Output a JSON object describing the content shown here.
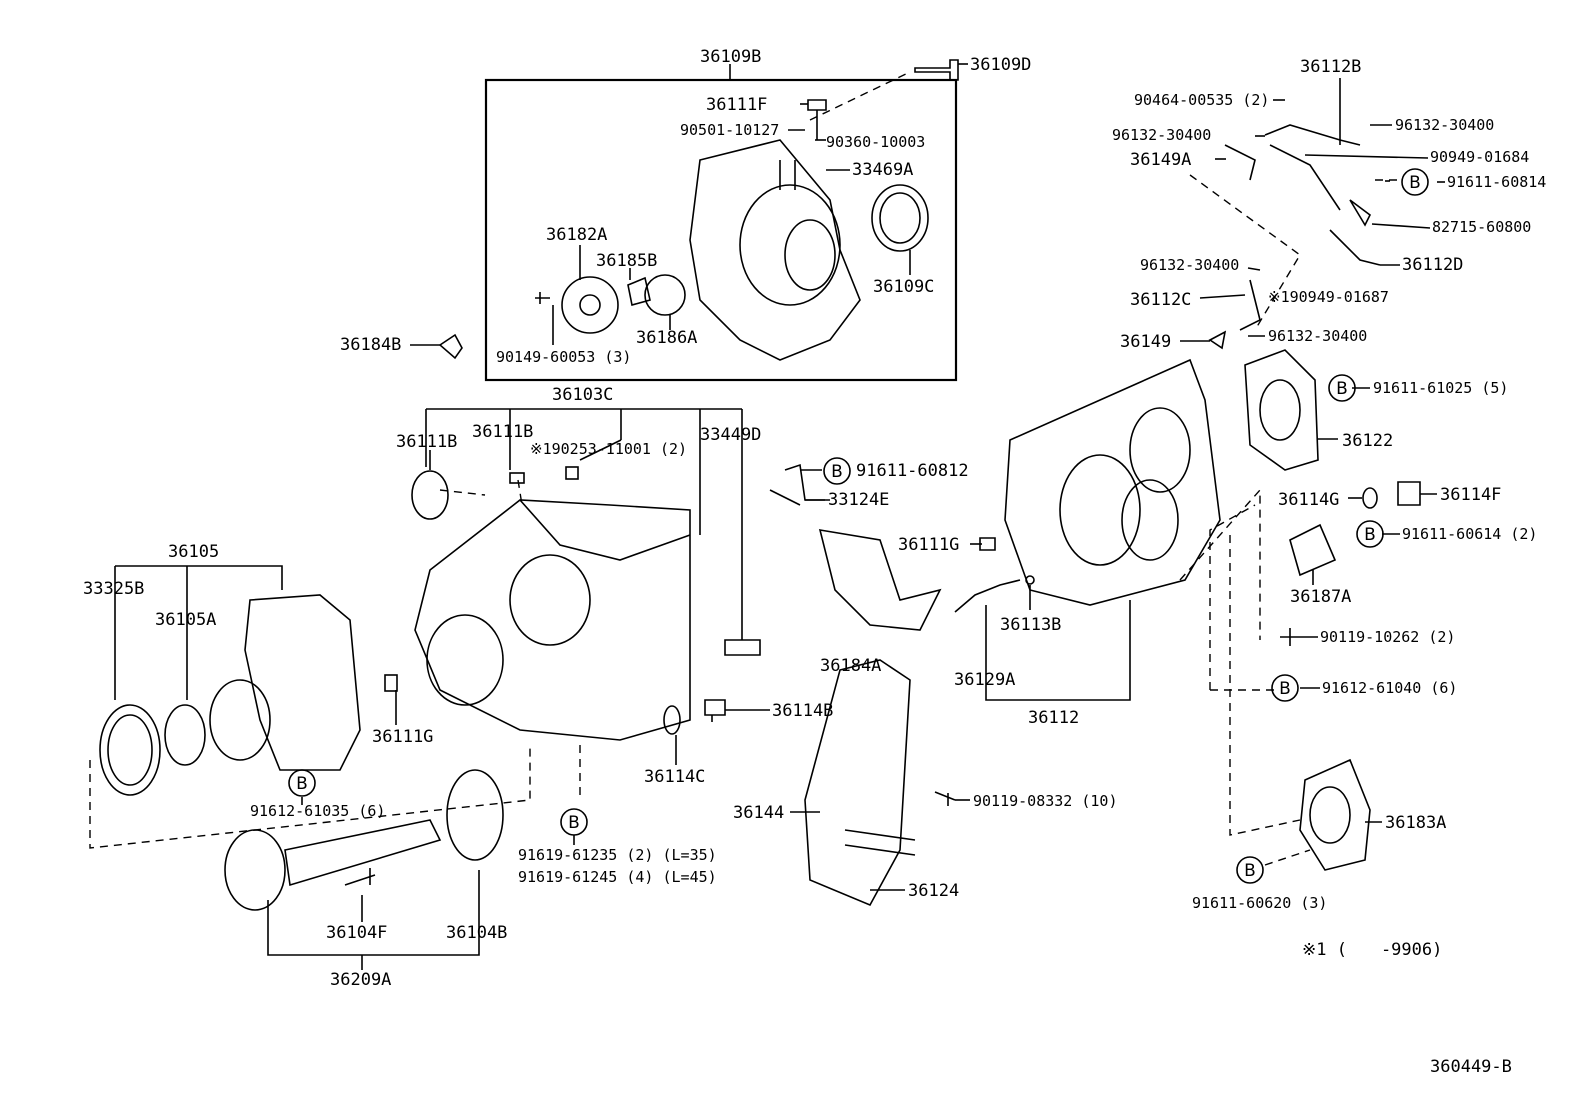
{
  "labels": {
    "p36109B": "36109B",
    "p36109D": "36109D",
    "p36111F": "36111F",
    "p90501": "90501-10127",
    "p90360": "90360-10003",
    "p33469A": "33469A",
    "p36182A": "36182A",
    "p36185B": "36185B",
    "p36109C": "36109C",
    "p36186A": "36186A",
    "p90149": "90149-60053 (3)",
    "p36184B": "36184B",
    "p36103C": "36103C",
    "p36111B_1": "36111B",
    "p36111B_2": "36111B",
    "p90253": "※190253-11001 (2)",
    "p33449D": "33449D",
    "p91611_60812": "91611-60812",
    "p33124E": "33124E",
    "p36111G_1": "36111G",
    "p36105": "36105",
    "p33325B": "33325B",
    "p36105A": "36105A",
    "p36111G_2": "36111G",
    "p36184A": "36184A",
    "p36113B": "36113B",
    "p36129A": "36129A",
    "p36112": "36112",
    "p36114B": "36114B",
    "p36114C": "36114C",
    "p91612_61035": "91612-61035 (6)",
    "p91619_61235": "91619-61235 (2) (L=35)",
    "p91619_61245": "91619-61245 (4) (L=45)",
    "p36144": "36144",
    "p90119_08332": "90119-08332 (10)",
    "p36124": "36124",
    "p36104F": "36104F",
    "p36104B": "36104B",
    "p36209A": "36209A",
    "p36112B": "36112B",
    "p90464": "90464-00535 (2)",
    "p96132_a": "96132-30400",
    "p96132_b": "96132-30400",
    "p36149A": "36149A",
    "p90949_01684": "90949-01684",
    "p91611_60814": "91611-60814",
    "p82715": "82715-60800",
    "p96132_c": "96132-30400",
    "p36112D": "36112D",
    "p36112C": "36112C",
    "p90949_01687": "※190949-01687",
    "p36149": "36149",
    "p96132_d": "96132-30400",
    "p91611_61025": "91611-61025 (5)",
    "p36122": "36122",
    "p36114G": "36114G",
    "p36114F": "36114F",
    "p91611_60614": "91611-60614 (2)",
    "p36187A": "36187A",
    "p90119_10262": "90119-10262 (2)",
    "p91612_61040": "91612-61040 (6)",
    "p36183A": "36183A",
    "p91611_60620": "91611-60620 (3)"
  },
  "badge_letter": "B",
  "footnote": "※1 (　　-9906)",
  "diagram_id": "360449-B"
}
